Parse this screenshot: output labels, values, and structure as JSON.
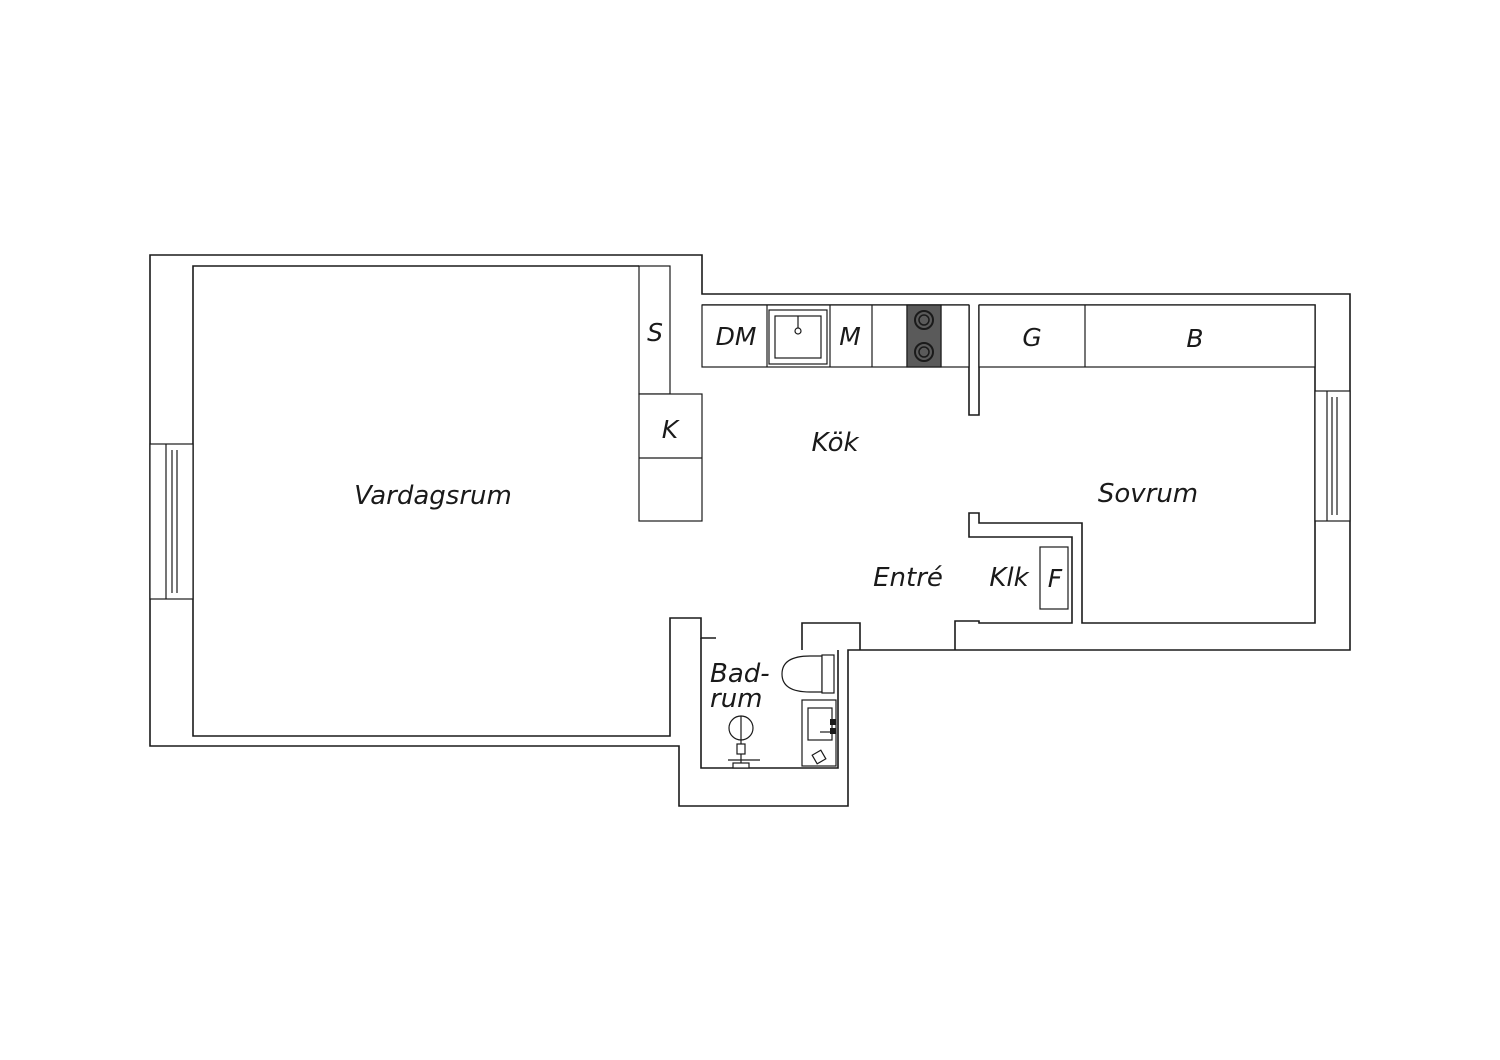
{
  "rooms": {
    "vardagsrum": "Vardagsrum",
    "kok": "Kök",
    "sovrum": "Sovrum",
    "entre": "Entré",
    "klk": "Klk",
    "badrum_1": "Bad-",
    "badrum_2": "rum"
  },
  "fixtures": {
    "s": "S",
    "k": "K",
    "dm": "DM",
    "m": "M",
    "g": "G",
    "b": "B",
    "f": "F"
  },
  "icons": {
    "sink": "kitchen-sink-icon",
    "stove": "stove-icon",
    "toilet": "toilet-icon",
    "bath_sink": "bathroom-sink-icon",
    "shower": "shower-icon",
    "window": "window-icon"
  },
  "colors": {
    "line": "#1a1a1a",
    "stove": "#5a5a5a",
    "background": "#ffffff"
  }
}
